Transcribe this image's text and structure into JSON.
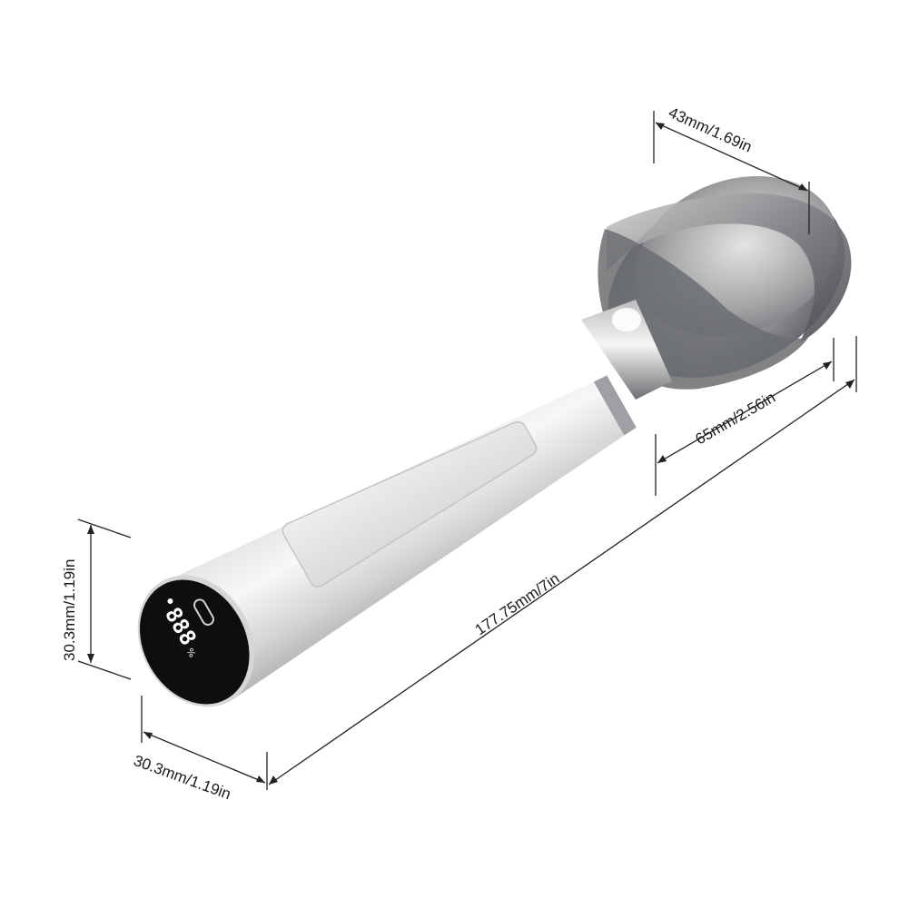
{
  "dimensions": {
    "scoop_diameter": "43mm/1.69in",
    "scoop_length": "65mm/2.56in",
    "total_length": "177.75mm/7in",
    "handle_height": "30.3mm/1.19in",
    "handle_width": "30.3mm/1.19in"
  },
  "display": {
    "digits": "888",
    "unit": "%"
  }
}
